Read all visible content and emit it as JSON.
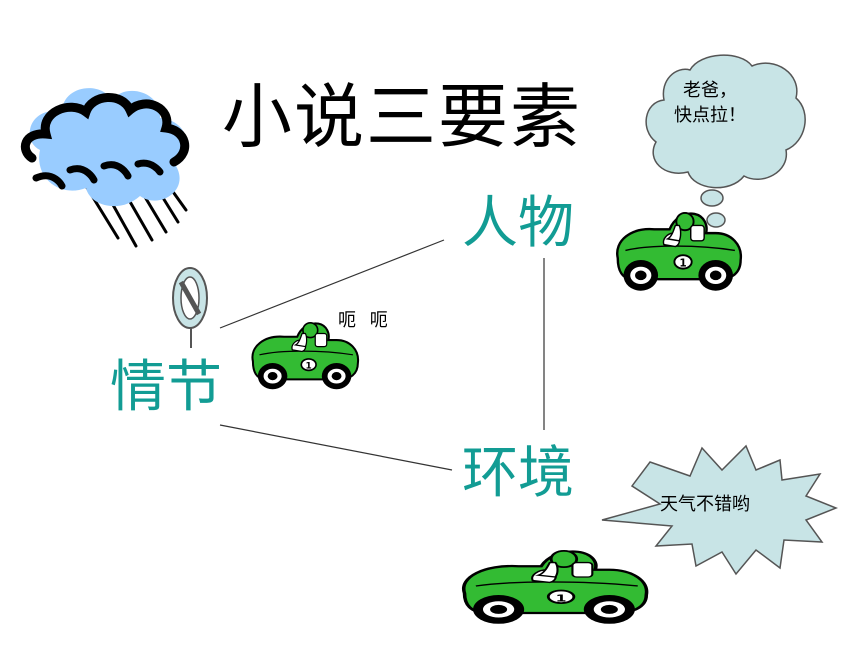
{
  "title": "小说三要素",
  "nodes": {
    "characters": "人物",
    "plot": "情节",
    "setting": "环境"
  },
  "annotations": {
    "hesitation": "呃 呃",
    "speech_line1": "老爸，",
    "speech_line2": "快点拉！",
    "exclaim": "天气不错哟"
  },
  "colors": {
    "teal_text": "#129c94",
    "car_green": "#33bb33",
    "cloud_blue": "#99ccff",
    "bubble_fill": "#c8e4e6"
  }
}
